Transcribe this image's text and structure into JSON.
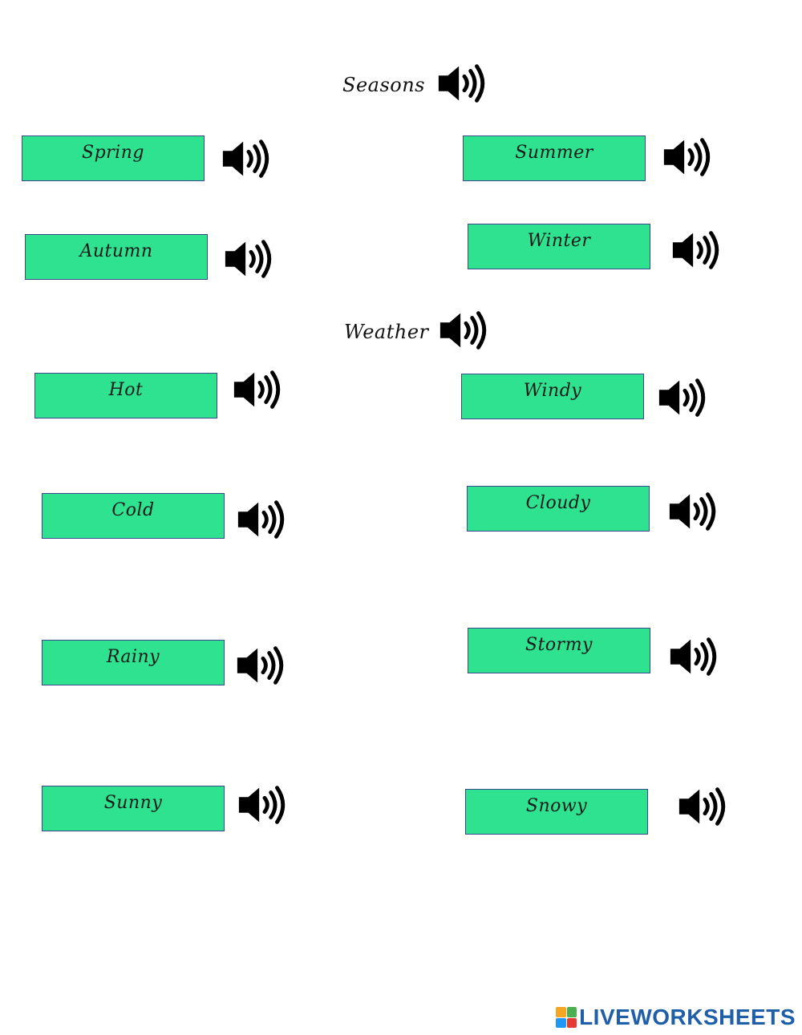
{
  "sections": {
    "seasons_title": "Seasons",
    "weather_title": "Weather"
  },
  "words": {
    "spring": "Spring",
    "summer": "Summer",
    "autumn": "Autumn",
    "winter": "Winter",
    "hot": "Hot",
    "windy": "Windy",
    "cold": "Cold",
    "cloudy": "Cloudy",
    "rainy": "Rainy",
    "stormy": "Stormy",
    "sunny": "Sunny",
    "snowy": "Snowy"
  },
  "icons": {
    "audio": "speaker-icon",
    "brand": "liveworksheets-logo-icon"
  },
  "colors": {
    "box_fill": "#2ee28f",
    "box_border": "#3b4a8a",
    "brand_text": "#1f5fa8"
  },
  "footer": {
    "brand": "LIVEWORKSHEETS"
  }
}
